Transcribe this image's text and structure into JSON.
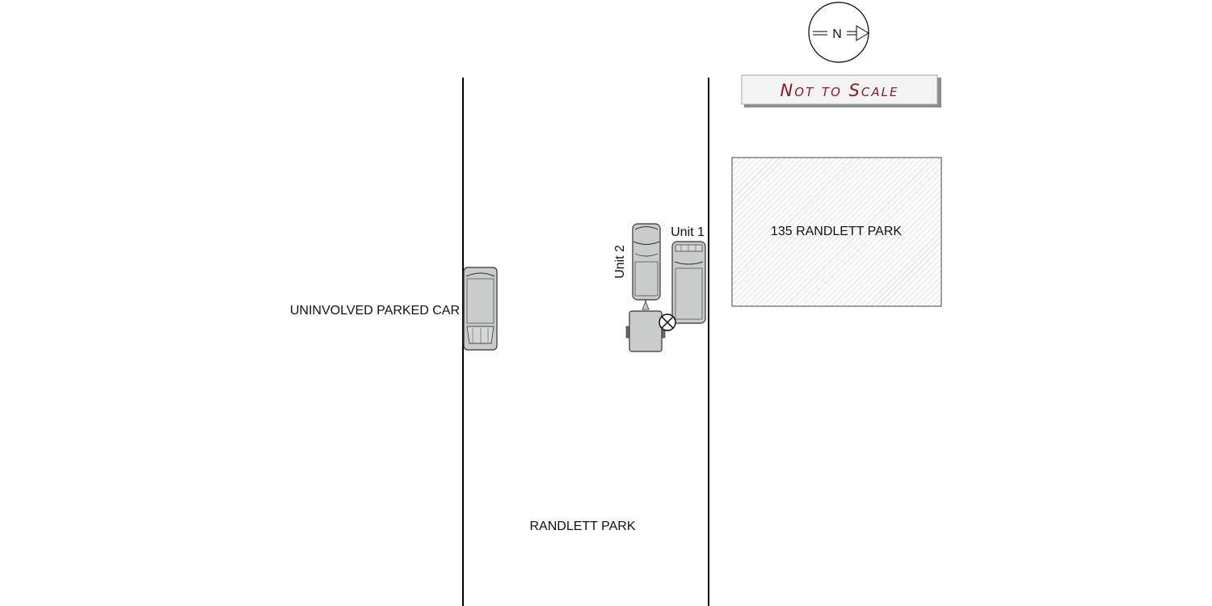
{
  "compass": {
    "letter": "N"
  },
  "scale_note": {
    "text": "Not to Scale",
    "color": "#8a1a2a"
  },
  "street": {
    "name": "RANDLETT PARK"
  },
  "building": {
    "label": "135 RANDLETT PARK"
  },
  "vehicles": {
    "unit1": {
      "label": "Unit 1"
    },
    "unit2": {
      "label": "Unit 2"
    },
    "parked": {
      "label": "UNINVOLVED PARKED CAR"
    }
  },
  "colors": {
    "vehicle_fill": "#c9cccb",
    "vehicle_stroke": "#333333",
    "hatch": "#bdbdbd",
    "line": "#000000"
  },
  "icons": [
    "compass-rose-icon",
    "impact-point-icon"
  ]
}
